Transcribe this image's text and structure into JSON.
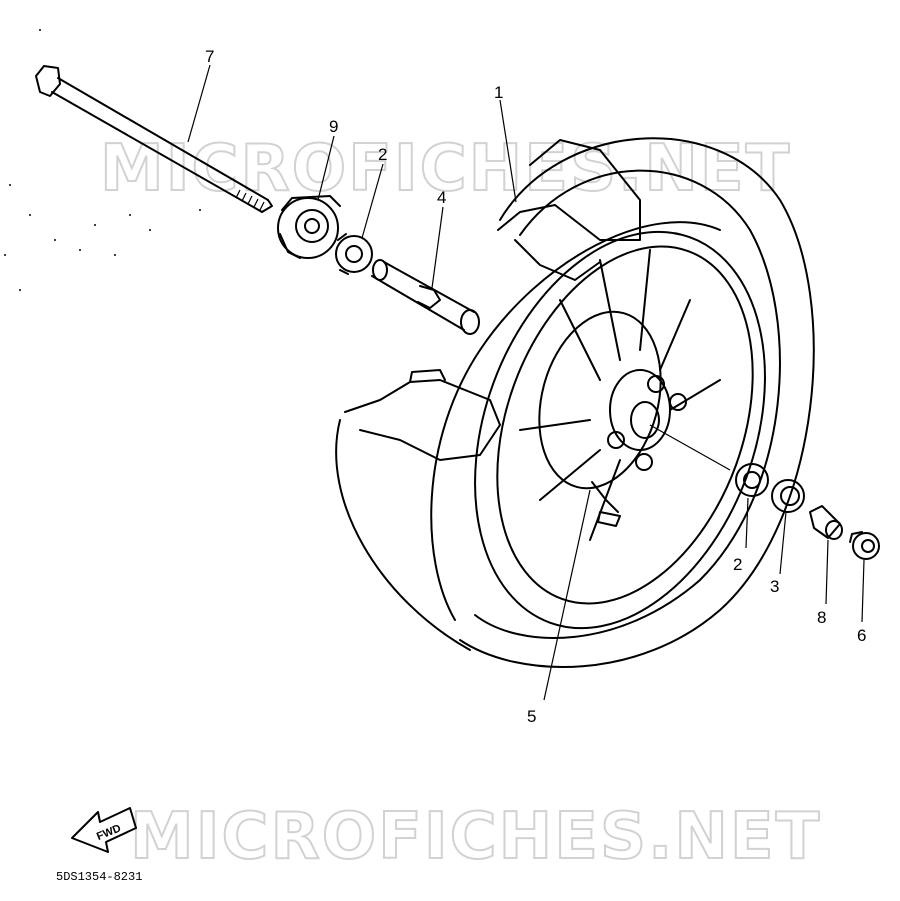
{
  "diagram": {
    "callouts": {
      "c1": "1",
      "c2_upper": "2",
      "c2_lower": "2",
      "c3": "3",
      "c4": "4",
      "c5": "5",
      "c6": "6",
      "c7": "7",
      "c8": "8",
      "c9": "9"
    },
    "watermark_top": "MICROFICHES.NET",
    "watermark_bottom": "MICROFICHES.NET",
    "fwd_label": "FWD",
    "part_code": "5DS1354-8231"
  }
}
